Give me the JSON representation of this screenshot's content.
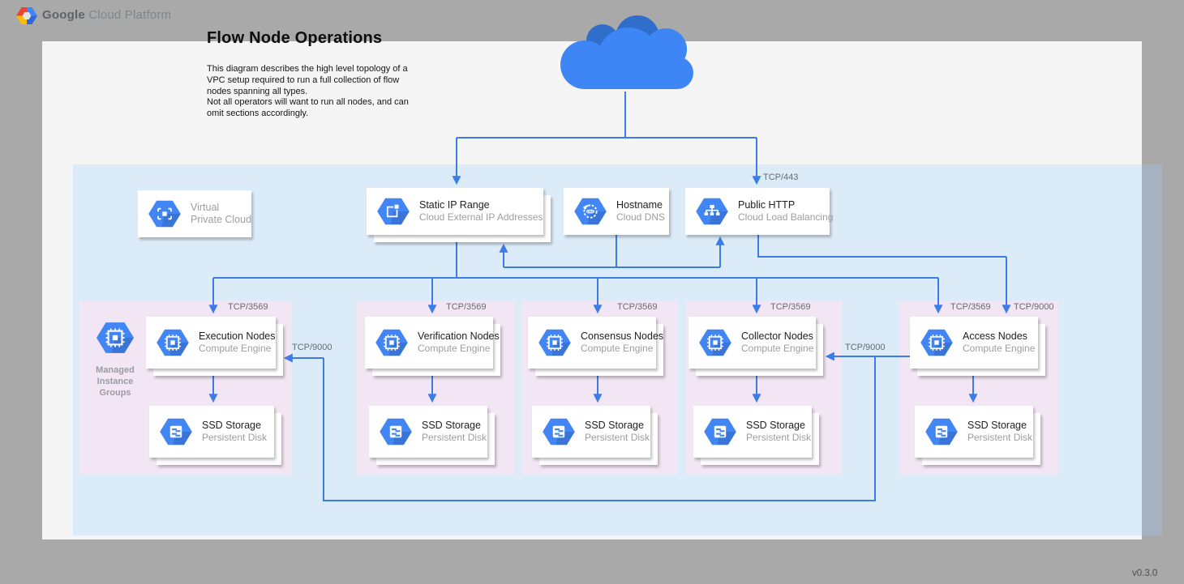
{
  "header": {
    "brand_bold": "Google",
    "brand_rest": "Cloud Platform"
  },
  "title": "Flow Node Operations",
  "description": "This diagram describes the high level topology of a\nVPC setup required to run a full collection of flow\nnodes spanning all types.\nNot all operators will want to run all nodes, and can\nomit sections accordingly.",
  "version": "v0.3.0",
  "ports": {
    "tcp_443": "TCP/443",
    "tcp_3569": "TCP/3569",
    "tcp_9000": "TCP/9000"
  },
  "mig_label": "Managed\nInstance\nGroups",
  "services": {
    "vpc": {
      "line1": "Virtual",
      "line2": "Private Cloud"
    },
    "static_ip": {
      "title": "Static IP Range",
      "subtitle": "Cloud External IP Addresses"
    },
    "hostname": {
      "title": "Hostname",
      "subtitle": "Cloud DNS"
    },
    "public_http": {
      "title": "Public HTTP",
      "subtitle": "Cloud Load Balancing"
    }
  },
  "groups": [
    {
      "compute": {
        "title": "Execution Nodes",
        "subtitle": "Compute Engine"
      },
      "storage": {
        "title": "SSD Storage",
        "subtitle": "Persistent Disk"
      }
    },
    {
      "compute": {
        "title": "Verification Nodes",
        "subtitle": "Compute Engine"
      },
      "storage": {
        "title": "SSD Storage",
        "subtitle": "Persistent Disk"
      }
    },
    {
      "compute": {
        "title": "Consensus Nodes",
        "subtitle": "Compute Engine"
      },
      "storage": {
        "title": "SSD Storage",
        "subtitle": "Persistent Disk"
      }
    },
    {
      "compute": {
        "title": "Collector Nodes",
        "subtitle": "Compute Engine"
      },
      "storage": {
        "title": "SSD Storage",
        "subtitle": "Persistent Disk"
      }
    },
    {
      "compute": {
        "title": "Access Nodes",
        "subtitle": "Compute Engine"
      },
      "storage": {
        "title": "SSD Storage",
        "subtitle": "Persistent Disk"
      }
    }
  ],
  "colors": {
    "accent_blue": "#4285f4",
    "connector_blue": "#3d7be8",
    "vpc_region_bg": "#dcebf8",
    "node_group_bg": "#f3e6f4",
    "canvas_gray": "#a9a9a9",
    "cloud_light": "#3e86f5",
    "cloud_dark": "#2f6ecb"
  }
}
